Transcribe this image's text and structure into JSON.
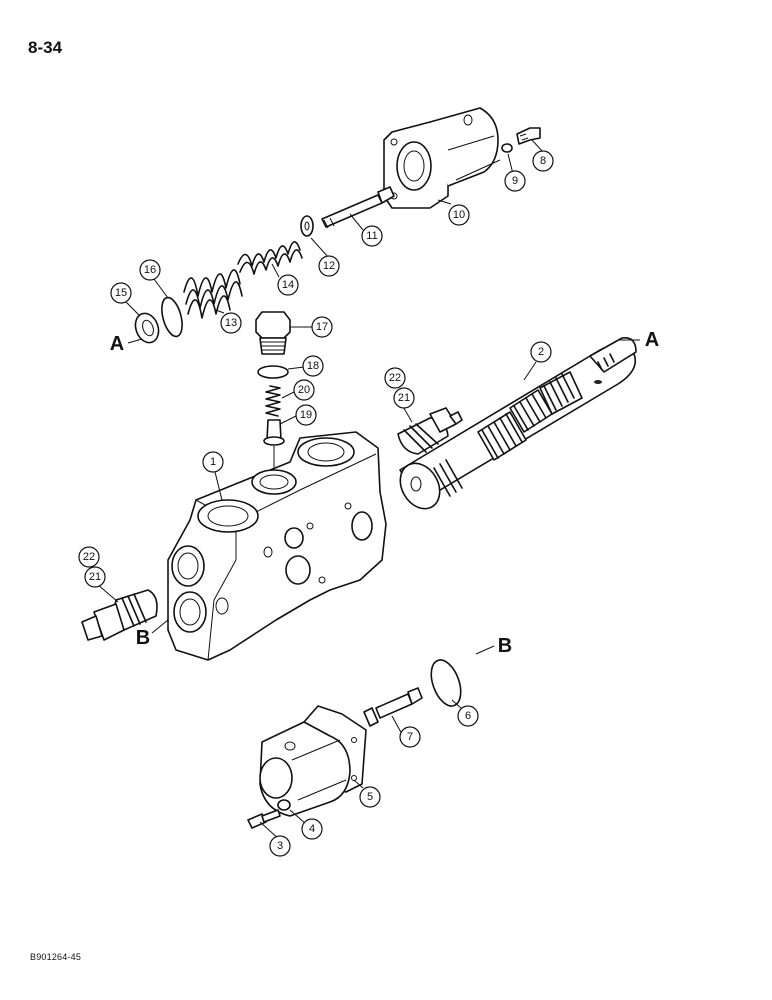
{
  "page_number": "8-34",
  "figure_code": "B901264-45",
  "callouts": [
    "1",
    "2",
    "3",
    "4",
    "5",
    "6",
    "7",
    "8",
    "9",
    "10",
    "11",
    "12",
    "13",
    "14",
    "15",
    "16",
    "17",
    "18",
    "19",
    "20",
    "21",
    "22",
    "21",
    "22"
  ],
  "reference_letters": [
    "A",
    "A",
    "B",
    "B"
  ]
}
